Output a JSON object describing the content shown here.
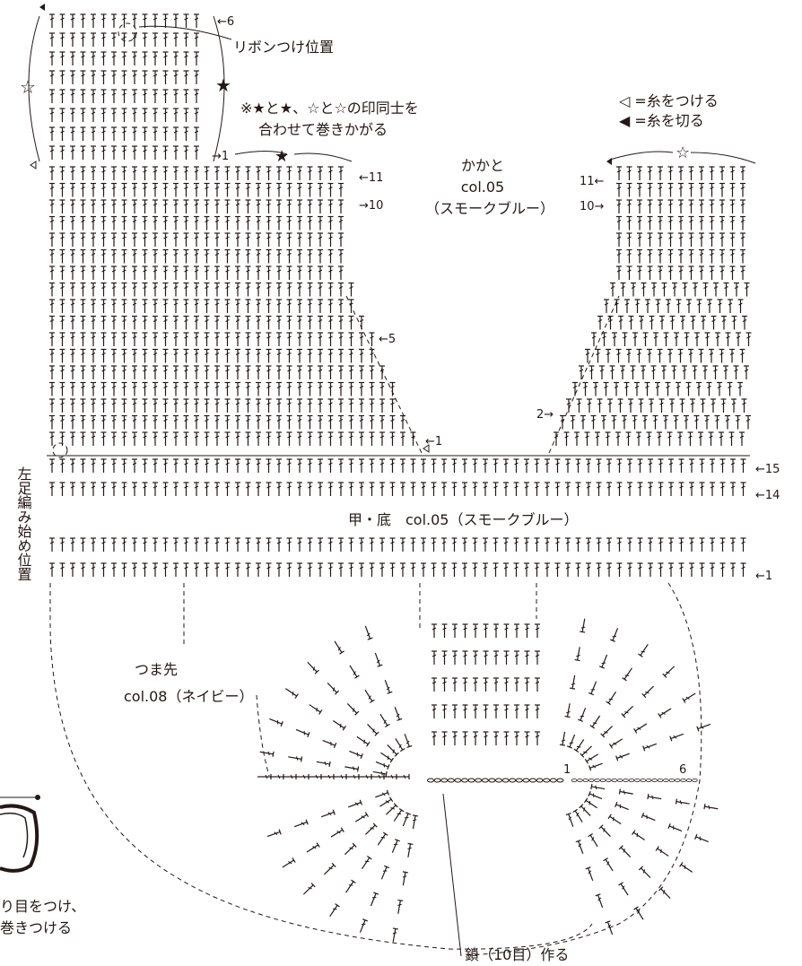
{
  "colors": {
    "ink": "#231815",
    "background": "#ffffff"
  },
  "top": {
    "row_marker_6": "←6",
    "row_marker_1": "→1",
    "ribbon_position": "リボンつけ位置",
    "join_note_line1": "※★と★、☆と☆の印同士を",
    "join_note_line2": "合わせて巻きかがる",
    "black_star": "★",
    "white_star": "☆"
  },
  "legend": {
    "attach_yarn": "◁ =糸をつける",
    "cut_yarn": "◀ =糸を切る"
  },
  "heel": {
    "title": "かかと",
    "color_code": "col.05",
    "color_name": "（スモークブルー）",
    "left_rows": [
      "←11",
      "→10",
      "←5",
      "←1"
    ],
    "right_rows": [
      "11←",
      "10→",
      "2→"
    ]
  },
  "instep": {
    "label": "甲・底　col.05（スモークブルー）",
    "rows": [
      "←15",
      "←14",
      "←1"
    ],
    "left_start": "左足編み始め位置"
  },
  "toe": {
    "title": "つま先",
    "color": "col.08（ネイビー）",
    "chain_label": "鎖（10目）作る",
    "round_1": "1",
    "round_6": "6"
  },
  "inset": {
    "line1": "り目をつけ、",
    "line2": "巻きつける"
  }
}
